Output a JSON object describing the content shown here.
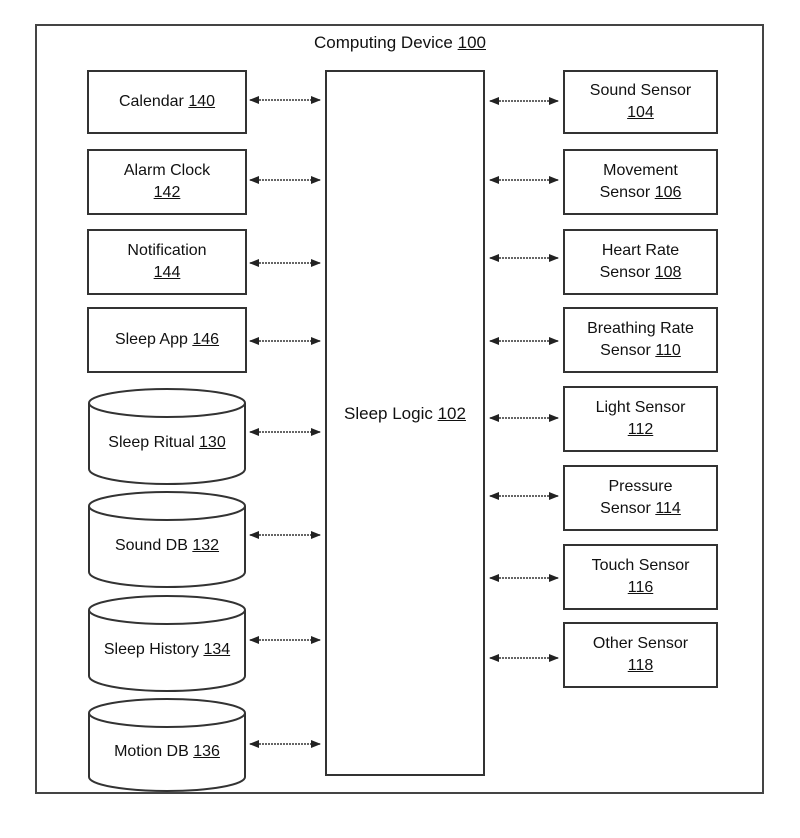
{
  "device": {
    "label": "Computing Device",
    "ref": "100"
  },
  "logic": {
    "label": "Sleep Logic",
    "ref": "102"
  },
  "left_boxes": [
    {
      "label": "Calendar",
      "ref": "140"
    },
    {
      "label": "Alarm Clock",
      "ref": "142"
    },
    {
      "label": "Notification",
      "ref": "144"
    },
    {
      "label": "Sleep App",
      "ref": "146"
    }
  ],
  "databases": [
    {
      "label": "Sleep Ritual",
      "ref": "130"
    },
    {
      "label": "Sound DB",
      "ref": "132"
    },
    {
      "label": "Sleep History",
      "ref": "134"
    },
    {
      "label": "Motion DB",
      "ref": "136"
    }
  ],
  "sensors": [
    {
      "label": "Sound Sensor",
      "ref": "104"
    },
    {
      "label": "Movement Sensor",
      "ref": "106"
    },
    {
      "label": "Heart Rate Sensor",
      "ref": "108"
    },
    {
      "label": "Breathing Rate Sensor",
      "ref": "110"
    },
    {
      "label": "Light Sensor",
      "ref": "112"
    },
    {
      "label": "Pressure Sensor",
      "ref": "114"
    },
    {
      "label": "Touch Sensor",
      "ref": "116"
    },
    {
      "label": "Other Sensor",
      "ref": "118"
    }
  ]
}
